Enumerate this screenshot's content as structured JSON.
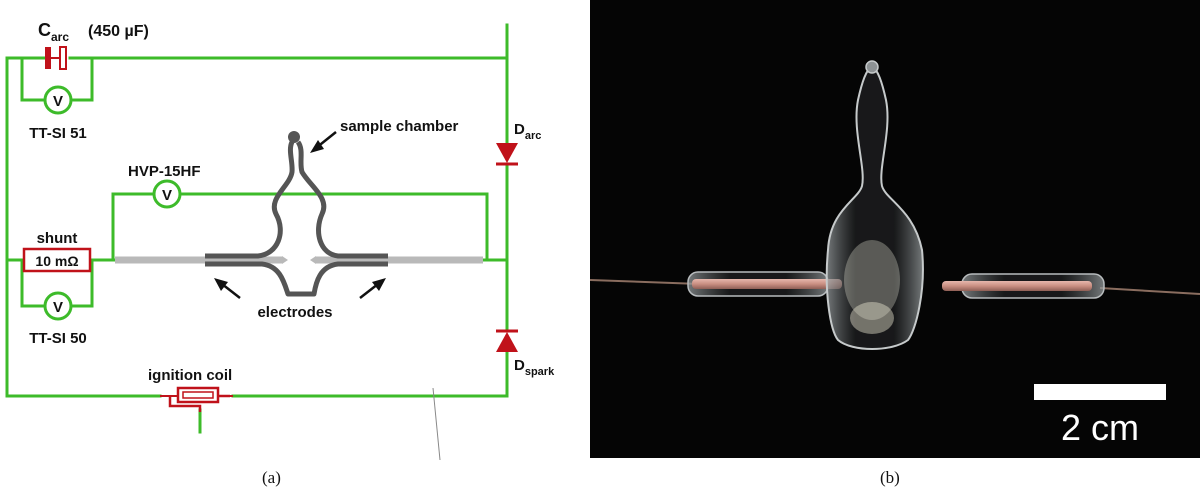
{
  "panel_a": {
    "caption": "(a)",
    "c_arc_label": "C",
    "c_arc_sub": "arc",
    "c_arc_value": "(450 µF)",
    "meter_top_label": "TT-SI 51",
    "meter_mid_label": "HVP-15HF",
    "meter_bottom_label": "TT-SI 50",
    "sample_chamber": "sample chamber",
    "d_arc_label": "D",
    "d_arc_sub": "arc",
    "d_spark_label": "D",
    "d_spark_sub": "spark",
    "shunt_label": "shunt",
    "shunt_value": "10 mΩ",
    "electrodes_label": "electrodes",
    "ignition_coil_label": "ignition coil",
    "voltmeter_symbol": "V"
  },
  "panel_b": {
    "caption": "(b)",
    "scale_label": "2 cm"
  },
  "colors": {
    "wire": "#3dbb2a",
    "component": "#c0121a",
    "tube": "#555555",
    "electrode": "#b9b9b9",
    "photo_bg": "#050505"
  }
}
